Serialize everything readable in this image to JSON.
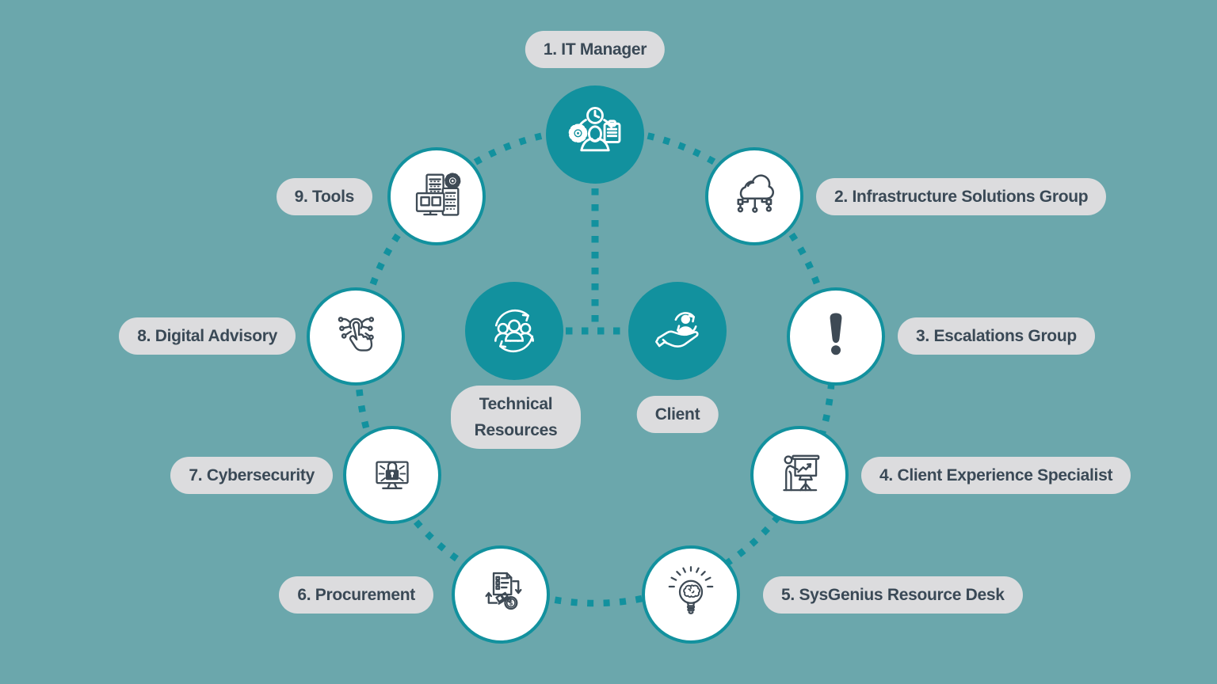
{
  "colors": {
    "background": "#6BA7AC",
    "accent_teal": "#12919E",
    "pill_background": "#DCDCDE",
    "label_text": "#3A4956",
    "icon_stroke": "#3E4A55",
    "node_fill_white": "#FFFFFF"
  },
  "center_nodes": [
    {
      "label": "Technical Resources",
      "icon": "team-cycle-icon"
    },
    {
      "label": "Client",
      "icon": "client-care-icon"
    }
  ],
  "ring_nodes": [
    {
      "label": "1. IT Manager",
      "icon": "manager-tasks-icon"
    },
    {
      "label": "2. Infrastructure Solutions Group",
      "icon": "cloud-network-icon"
    },
    {
      "label": "3. Escalations Group",
      "icon": "exclamation-icon"
    },
    {
      "label": "4. Client Experience Specialist",
      "icon": "presentation-chart-icon"
    },
    {
      "label": "5. SysGenius Resource Desk",
      "icon": "idea-brain-bulb-icon"
    },
    {
      "label": "6. Procurement",
      "icon": "purchase-order-icon"
    },
    {
      "label": "7. Cybersecurity",
      "icon": "secure-monitor-lock-icon"
    },
    {
      "label": "8. Digital Advisory",
      "icon": "digital-touch-network-icon"
    },
    {
      "label": "9. Tools",
      "icon": "server-tools-icon"
    }
  ]
}
